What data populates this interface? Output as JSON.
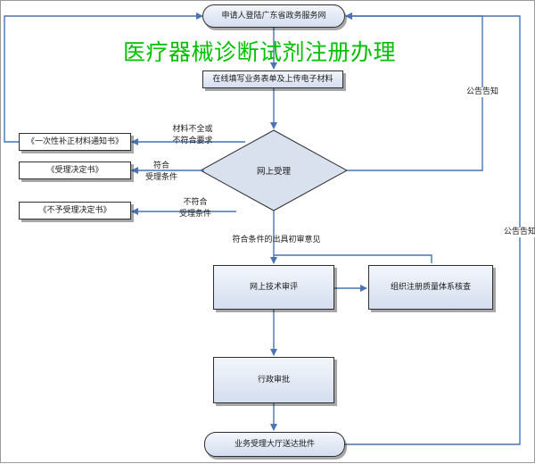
{
  "title": "医疗器械诊断试剂注册办理",
  "nodes": {
    "start": "申请人登陆广东省政务服务网",
    "fill_form": "在线填写业务表单及上传电子材料",
    "online_accept": "网上受理",
    "supplement_notice": "《一次性补正材料通知书》",
    "accept_decision": "《受理决定书》",
    "reject_decision": "《不予受理决定书》",
    "tech_review": "网上技术审评",
    "quality_check": "组织注册质量体系核查",
    "admin_approval": "行政审批",
    "delivery": "业务受理大厅送达批件"
  },
  "edge_labels": {
    "incomplete_line1": "材料不全或",
    "incomplete_line2": "不符合要求",
    "qualified_line1": "符合",
    "qualified_line2": "受理条件",
    "unqualified_line1": "不符合",
    "unqualified_line2": "受理条件",
    "preliminary": "符合条件的出具初审意见",
    "notice_1": "公告告知",
    "notice_2": "公告告知"
  }
}
